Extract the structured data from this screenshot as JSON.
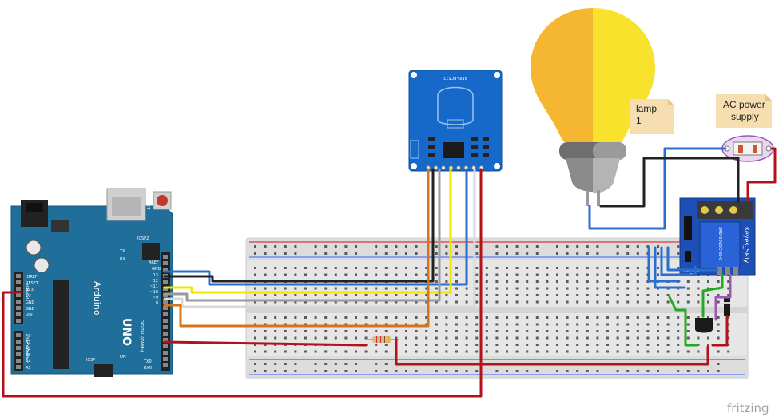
{
  "breadboard": {
    "rows": 6,
    "cols": 48
  },
  "lamp": {
    "label_line1": "lamp",
    "label_line2": "1"
  },
  "power_supply": {
    "label_line1": "AC power",
    "label_line2": "supply"
  },
  "rfid": {
    "label": "RFID-RC522"
  },
  "relay": {
    "label": "Keyes_SRly",
    "led_label": "ON_Led",
    "part": "SRD-05VDC-SL-C"
  },
  "arduino": {
    "brand": "Arduino",
    "model": "UNO",
    "reset_label": "RESET",
    "icsp_label": "ICSP",
    "icsp2_label": "ICSP2",
    "tx_label": "TX",
    "rx_label": "RX",
    "aref_label": "AREF",
    "gnd_label": "GND",
    "digital_label": "DIGITAL (PWM~)",
    "power_label": "POWER",
    "analog_label": "ANALOG IN",
    "on_label": "ON",
    "txo_label": "TX0",
    "rxi_label": "RX0",
    "pins_top": [
      "13",
      "12",
      "~11",
      "~10",
      "~9",
      "8"
    ],
    "pins_left_power": [
      "IOREF",
      "RESET",
      "3V3",
      "5V",
      "GND",
      "GND",
      "VIN"
    ],
    "pins_left_analog": [
      "A0",
      "A1",
      "A2",
      "A3",
      "A4",
      "A5"
    ]
  },
  "watermark": "fritzing",
  "colors": {
    "arduino_blue": "#1f6f9a",
    "rfid_blue": "#1769c9",
    "relay_blue": "#1e4fb5",
    "wire_red": "#b3121a",
    "wire_blue": "#2a6fcf",
    "wire_black": "#222222",
    "wire_yellow": "#f2e600",
    "wire_orange": "#d6741e",
    "wire_gray": "#9a9a9a",
    "wire_green": "#22aa22",
    "wire_purple": "#9b59b6",
    "bulb_left": "#f5b731",
    "bulb_right": "#f9e22c"
  }
}
